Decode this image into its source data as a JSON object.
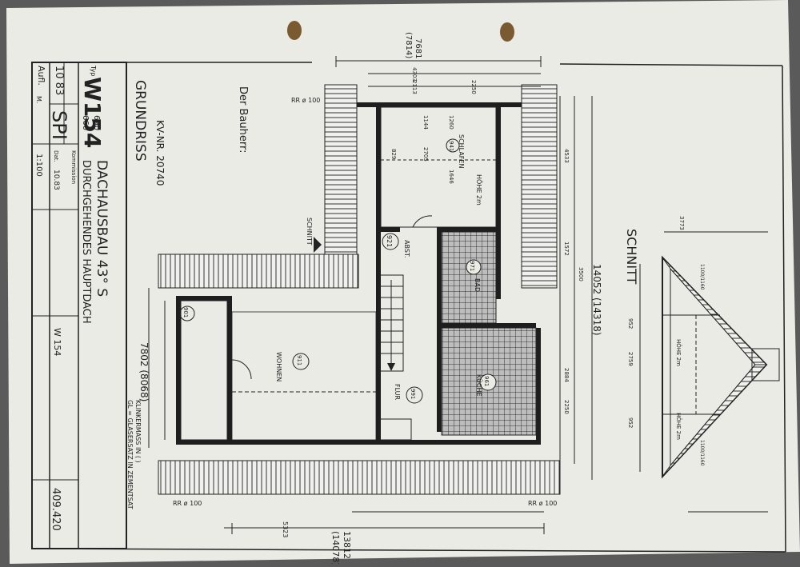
{
  "title_block": {
    "typ_label": "Typ",
    "typ": "W154",
    "typ_sub1": "660",
    "typ_sub2": "690",
    "aufl_label": "Aufl.",
    "aufl": "10 83",
    "spi": "SPI",
    "mass_label": "M.",
    "scale": "1:100",
    "datum_label": "Dat.",
    "datum": "10.83",
    "kommission_label": "Kommission",
    "project_title": "DACHAUSBAU 43° S",
    "project_subtitle": "DURCHGEHENDES HAUPTDACH",
    "small_code": "W 154",
    "drawing_no": "409.420"
  },
  "plan": {
    "heading": "GRUNDRISS",
    "kv_nr": "KV-NR. 20740",
    "bauherr": "Der Bauherr:",
    "schnitt_marker": "SCHNITT",
    "rr_label": "RR ø 100",
    "note1": "KLINKERMASS IN ( )",
    "note2": "GL = GLASERSATZ IN ZEMENTSAT"
  },
  "rooms": [
    {
      "num": "941",
      "name": "SCHLAFEN",
      "height": "HÖHE 2m"
    },
    {
      "num": "921",
      "name": "ABST."
    },
    {
      "num": "971",
      "name": "BAD"
    },
    {
      "num": "911",
      "name": "WOHNEN"
    },
    {
      "num": "901",
      "name": "",
      "height": ""
    },
    {
      "num": "991",
      "name": "FLUR"
    },
    {
      "num": "961",
      "name": "KÜCHE"
    }
  ],
  "dimensions": {
    "top_total": "7681",
    "top_total_alt": "(7814)",
    "top_a": "4303",
    "top_b": "2113",
    "top_c": "2250",
    "left_main": "7802 (8068)",
    "right_total": "14052 (14318)",
    "bottom_total": "13812",
    "bottom_total_alt": "(14078)",
    "bottom_a": "5323",
    "right_parts": [
      "4533",
      "1572",
      "3500",
      "2884",
      "2250"
    ],
    "room_dims": [
      "1144",
      "1260",
      "2705",
      "1646",
      "829"
    ]
  },
  "section": {
    "heading": "SCHNITT",
    "dim_top": "3773",
    "dim_mid": "2759",
    "dim_a": "952",
    "dim_b": "952",
    "label_top": "1100/1160",
    "label_bottom": "1100/1160",
    "hoehe": "HÖHE 2m"
  },
  "colors": {
    "paper": "#ebebe6",
    "ink": "#1e1e1e",
    "background": "#5a5a5a"
  }
}
